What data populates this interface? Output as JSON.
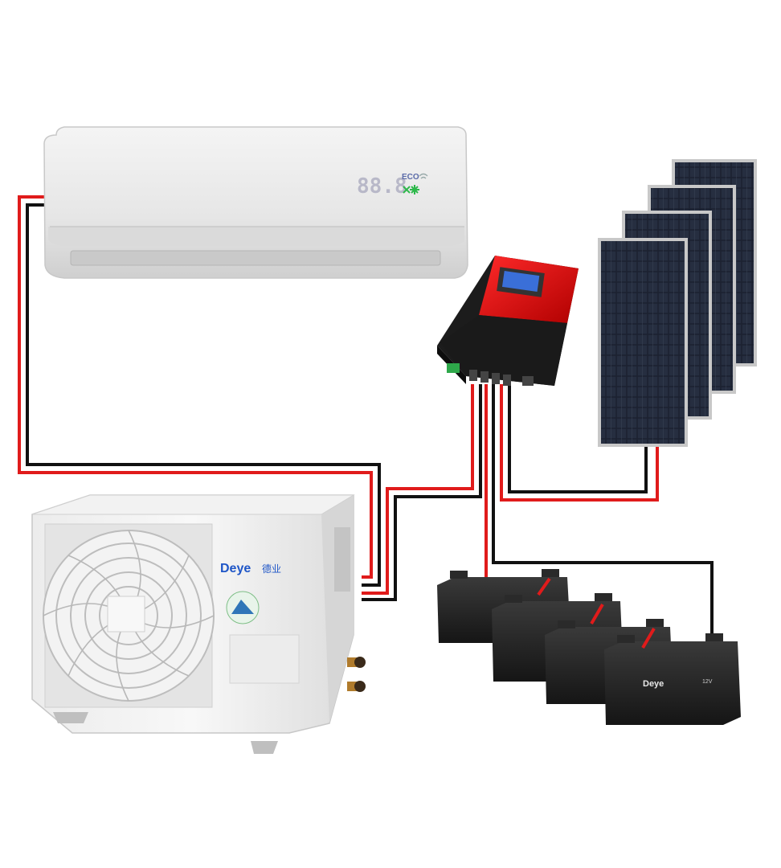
{
  "indoor_unit": {
    "display": "88.8",
    "eco_label": "ECO"
  },
  "outdoor_unit": {
    "brand": "Deye",
    "brand_cn": "德业"
  },
  "battery": {
    "brand": "Deye",
    "model_label": "12V"
  },
  "wiring": {
    "colors": {
      "positive": "#e01b1b",
      "negative": "#111111"
    }
  }
}
